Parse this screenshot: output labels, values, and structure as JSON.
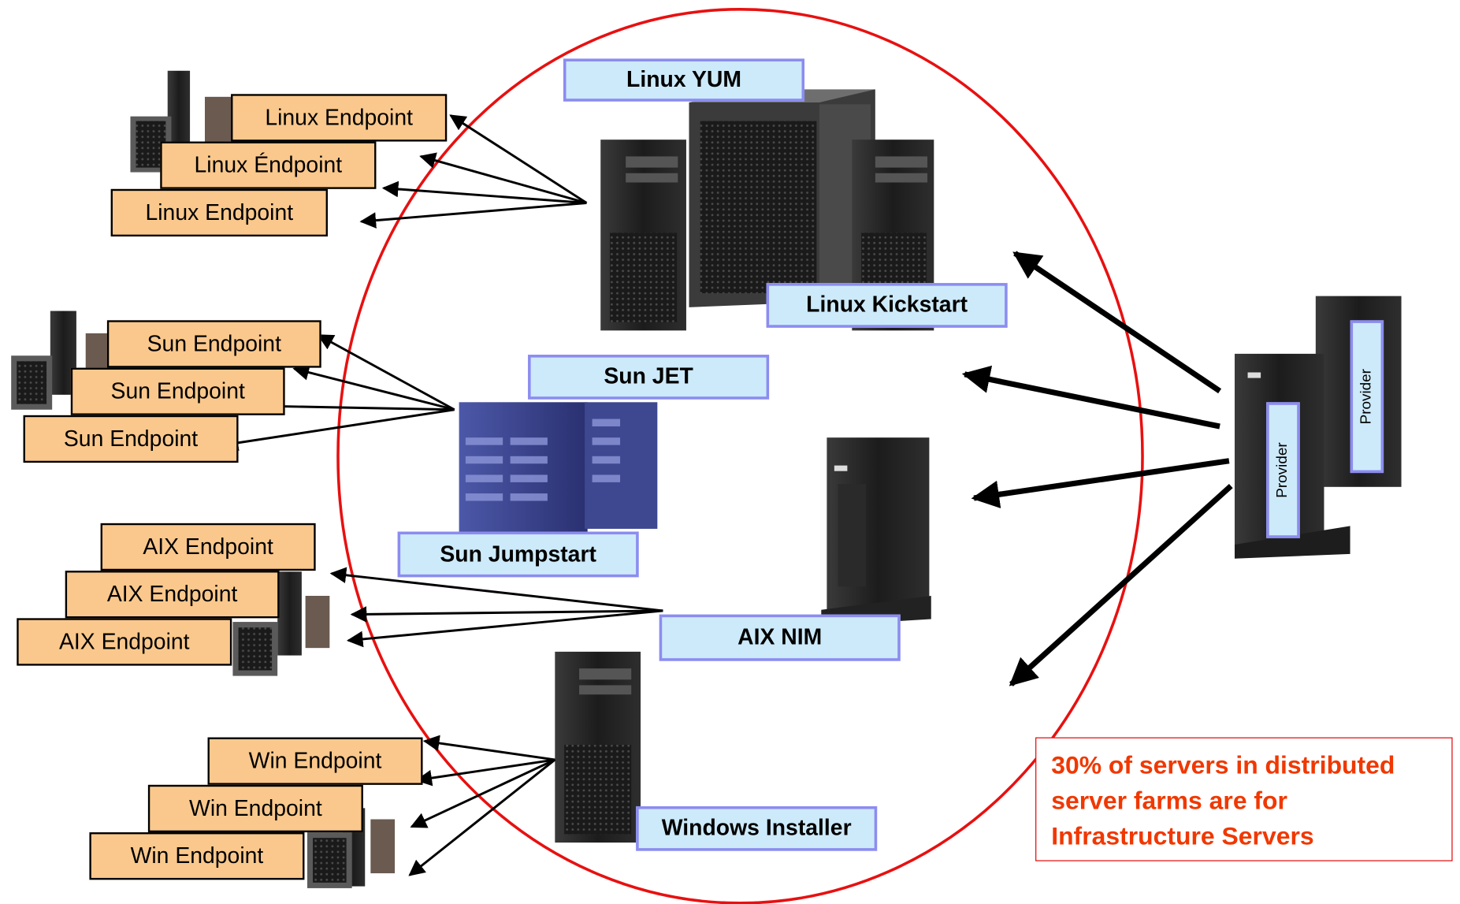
{
  "endpoints": {
    "linux": [
      "Linux Endpoint",
      "Linux Éndpoint",
      "Linux Endpoint"
    ],
    "sun": [
      "Sun Endpoint",
      "Sun Endpoint",
      "Sun Endpoint"
    ],
    "aix": [
      "AIX Endpoint",
      "AIX Endpoint",
      "AIX Endpoint"
    ],
    "win": [
      "Win Endpoint",
      "Win Endpoint",
      "Win Endpoint"
    ]
  },
  "infrastructure_servers": {
    "linux_yum": "Linux YUM",
    "linux_kickstart": "Linux Kickstart",
    "sun_jet": "Sun JET",
    "sun_jumpstart": "Sun Jumpstart",
    "aix_nim": "AIX NIM",
    "windows_installer": "Windows Installer"
  },
  "providers": [
    "Provider",
    "Provider"
  ],
  "note": "30% of servers in distributed\nserver farms are for\nInfrastructure Servers",
  "colors": {
    "circle": "#e81010",
    "endpoint_fill": "#fac88c",
    "server_label_fill": "#cdeafa",
    "server_label_border": "#8c8cf0",
    "note_text": "#f03800"
  }
}
